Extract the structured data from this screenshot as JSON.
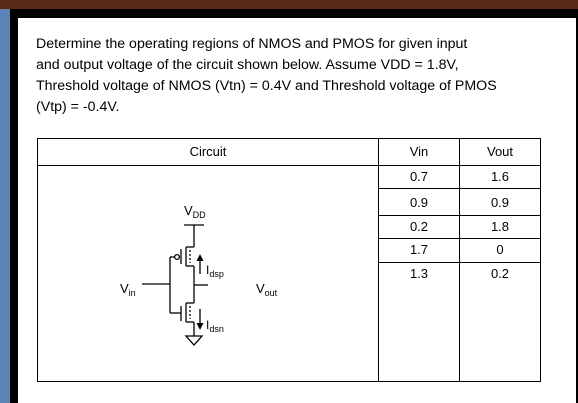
{
  "question": {
    "lines": [
      "Determine the operating regions of NMOS and PMOS for given input",
      "and output voltage of the circuit shown below. Assume VDD = 1.8V,",
      "Threshold voltage of NMOS (Vtn) = 0.4V and Threshold voltage of PMOS",
      "(Vtp) = -0.4V."
    ]
  },
  "table": {
    "headers": [
      "Circuit",
      "Vin",
      "Vout"
    ],
    "rows": [
      {
        "vin": "0.7",
        "vout": "1.6"
      },
      {
        "vin": "0.9",
        "vout": "0.9"
      },
      {
        "vin": "0.2",
        "vout": "1.8"
      },
      {
        "vin": "1.7",
        "vout": "0"
      },
      {
        "vin": "1.3",
        "vout": "0.2"
      }
    ]
  },
  "circuit": {
    "vdd": {
      "main": "V",
      "sub": "DD"
    },
    "vin": {
      "main": "V",
      "sub": "in"
    },
    "vout": {
      "main": "V",
      "sub": "out"
    },
    "idsp": {
      "main": "I",
      "sub": "dsp"
    },
    "idsn": {
      "main": "I",
      "sub": "dsn"
    }
  },
  "colors": {
    "top_bar": "#5a2a16",
    "left_strip": "#5d84b9",
    "page": "#ffffff",
    "ink": "#000000"
  }
}
